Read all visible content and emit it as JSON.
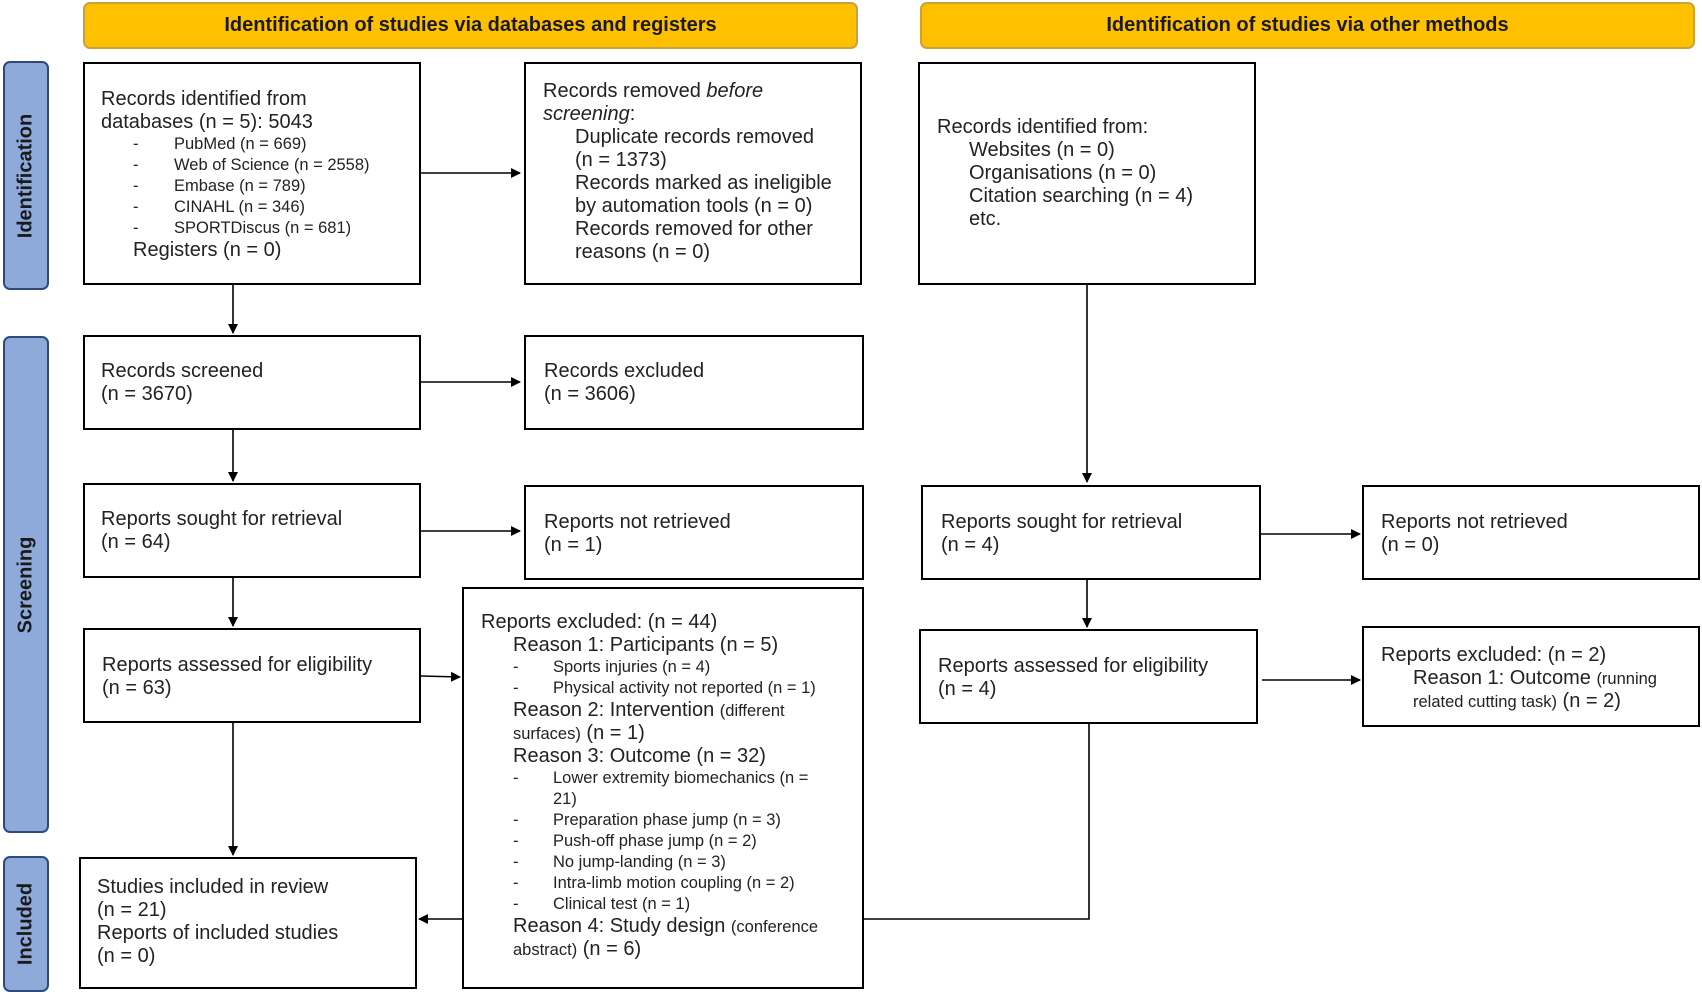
{
  "headers": {
    "left": "Identification of studies via databases and registers",
    "right": "Identification of studies via other methods"
  },
  "phases": {
    "identification": "Identification",
    "screening": "Screening",
    "included": "Included"
  },
  "db_records_identified": {
    "line1": "Records identified from",
    "line2": "databases (n = 5): 5043",
    "sources": [
      "PubMed (n = 669)",
      "Web of Science (n = 2558)",
      "Embase (n = 789)",
      "CINAHL (n = 346)",
      "SPORTDiscus (n = 681)"
    ],
    "registers": "Registers (n = 0)"
  },
  "records_removed": {
    "title_pre": "Records removed ",
    "title_em": "before",
    "title_em2": "screening",
    "title_post": ":",
    "l1": "Duplicate records removed",
    "l2": "(n = 1373)",
    "l3": "Records marked as ineligible",
    "l4": "by automation tools (n = 0)",
    "l5": "Records removed for other",
    "l6": "reasons (n = 0)"
  },
  "other_records": {
    "title": "Records identified from:",
    "l1": "Websites (n = 0)",
    "l2": "Organisations (n = 0)",
    "l3": "Citation searching (n = 4)",
    "l4": "etc."
  },
  "records_screened": {
    "l1": "Records screened",
    "l2": "(n = 3670)"
  },
  "records_excluded": {
    "l1": "Records excluded",
    "l2": "(n = 3606)"
  },
  "db_sought": {
    "l1": "Reports sought for retrieval",
    "l2": "(n = 64)"
  },
  "db_not_retrieved": {
    "l1": "Reports not retrieved",
    "l2": "(n = 1)"
  },
  "db_assessed": {
    "l1": "Reports assessed for eligibility",
    "l2": "(n = 63)"
  },
  "db_excluded": {
    "title": "Reports excluded: (n = 44)",
    "r1": "Reason 1: Participants (n = 5)",
    "r1_items": [
      "Sports injuries (n = 4)",
      "Physical activity not reported (n = 1)"
    ],
    "r2_a": "Reason 2: Intervention ",
    "r2_b": "(different",
    "r2_c": "surfaces)",
    "r2_d": " (n = 1)",
    "r3": "Reason 3: Outcome (n = 32)",
    "r3_item1_a": "Lower extremity biomechanics (n =",
    "r3_item1_b": "21)",
    "r3_items": [
      "Preparation phase jump (n = 3)",
      "Push-off phase jump (n = 2)",
      "No jump-landing (n = 3)",
      "Intra-limb motion coupling (n = 2)",
      "Clinical test (n = 1)"
    ],
    "r4_a": "Reason 4: Study design ",
    "r4_b": "(conference",
    "r4_c": "abstract)",
    "r4_d": " (n = 6)"
  },
  "included": {
    "l1": "Studies included in review",
    "l2": "(n = 21)",
    "l3": "Reports of included studies",
    "l4": "(n = 0)"
  },
  "other_sought": {
    "l1": "Reports sought for retrieval",
    "l2": "(n = 4)"
  },
  "other_not_retrieved": {
    "l1": "Reports not retrieved",
    "l2": "(n = 0)"
  },
  "other_assessed": {
    "l1": "Reports assessed for eligibility",
    "l2": "(n = 4)"
  },
  "other_excluded": {
    "l1": "Reports excluded: (n = 2)",
    "l2_a": "Reason 1: Outcome ",
    "l2_b": "(running",
    "l3_a": "related cutting task)",
    "l3_b": " (n = 2)"
  },
  "colors": {
    "header": "#ffc000",
    "phase": "#8eaadb",
    "line": "#000000"
  }
}
